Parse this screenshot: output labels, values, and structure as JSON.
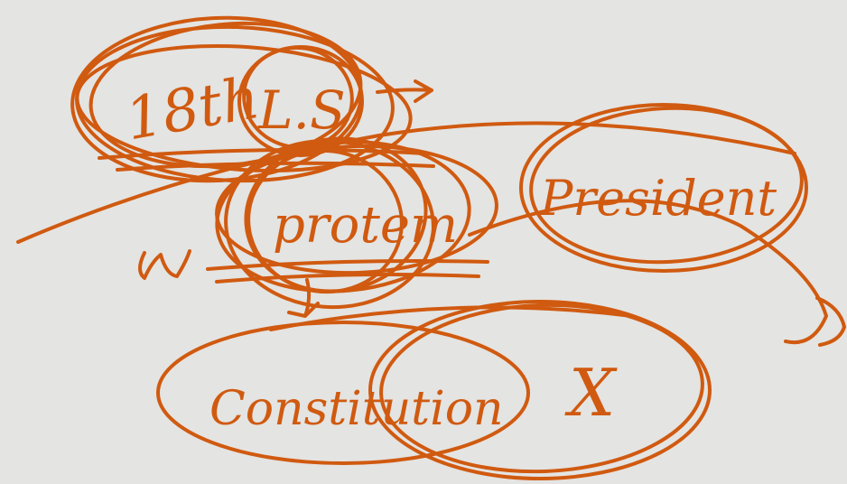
{
  "ink_color": "#d05a10",
  "background_color": "#e4e4e2",
  "words": {
    "sup_number": "18th",
    "ls": "L.S",
    "protem": "protem",
    "president": "President",
    "constitution": "Constitution",
    "cross": "X"
  }
}
